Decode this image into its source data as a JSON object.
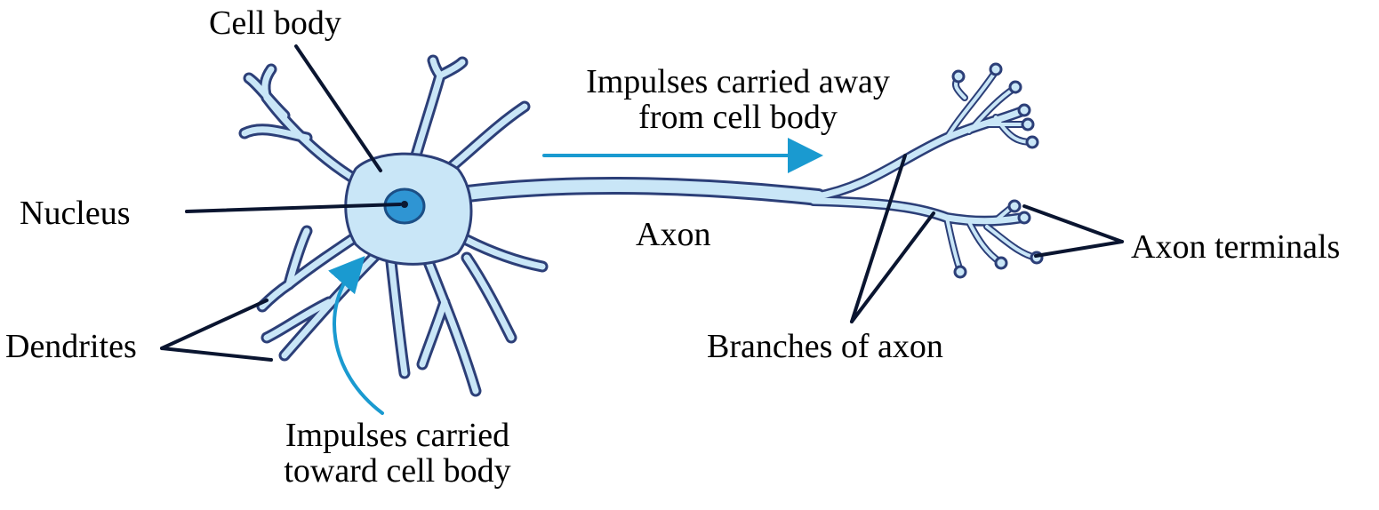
{
  "colors": {
    "neuron_fill": "#c9e6f7",
    "neuron_outline": "#2c3f78",
    "nucleus_fill": "#2f95d3",
    "arrow": "#1a9ad0",
    "leader_line": "#0a1530"
  },
  "labels": {
    "cell_body": "Cell body",
    "nucleus": "Nucleus",
    "dendrites": "Dendrites",
    "impulses_toward_line1": "Impulses carried",
    "impulses_toward_line2": "toward cell body",
    "impulses_away_line1": "Impulses carried away",
    "impulses_away_line2": "from cell body",
    "axon": "Axon",
    "branches_of_axon": "Branches of axon",
    "axon_terminals": "Axon terminals"
  }
}
